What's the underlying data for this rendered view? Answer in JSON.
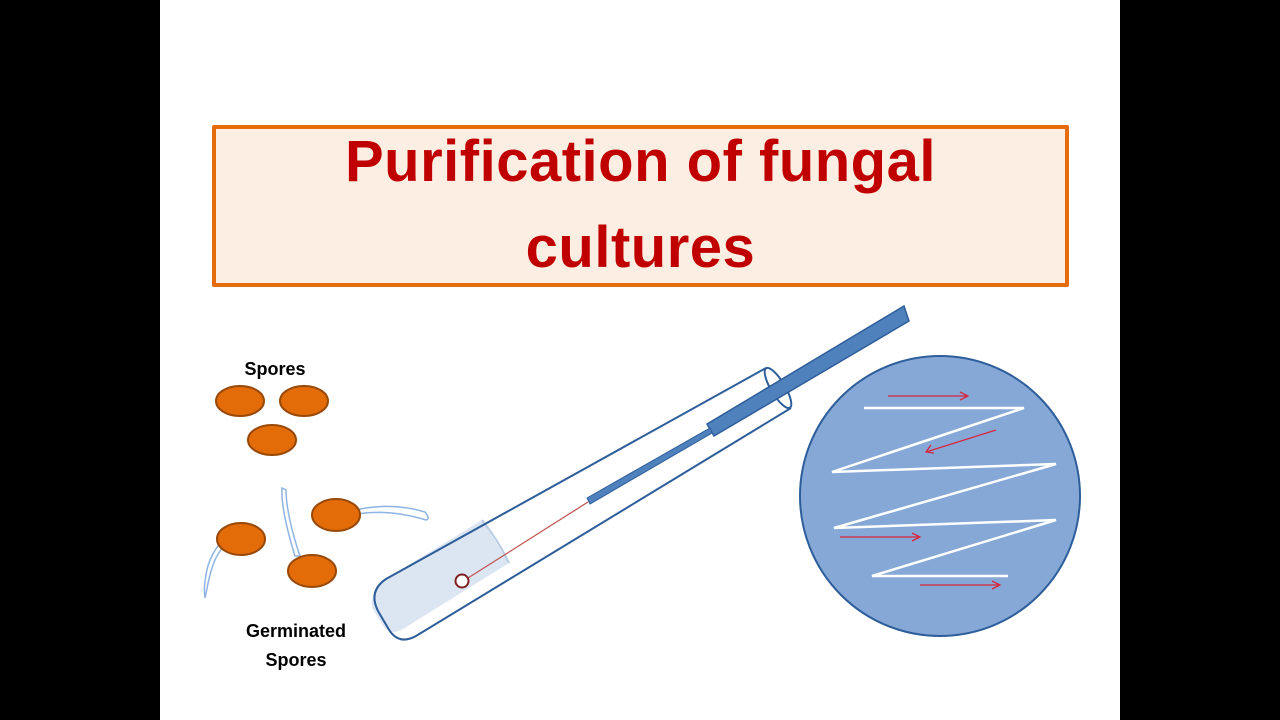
{
  "title": "Purification of fungal cultures",
  "labels": {
    "spores": "Spores",
    "germinated_spores": "Germinated Spores"
  },
  "colors": {
    "background_bars": "#000000",
    "slide": "#ffffff",
    "title_fill": "#fdeee4",
    "title_border": "#e46c0a",
    "title_text": "#c00000",
    "spore_fill": "#e36c09",
    "spore_stroke": "#984807",
    "hypha": "#8eb4e3",
    "needle_blue": "#4f81bd",
    "plate_fill": "#86a8d6",
    "plate_stroke": "#2e5e9a",
    "streak": "#ffffff",
    "arrow": "#d7263d"
  },
  "icons": [
    "spore-icon",
    "germinated-spore-icon",
    "test-tube-icon",
    "inoculation-needle-icon",
    "petri-plate-icon",
    "streak-arrow-icon"
  ]
}
